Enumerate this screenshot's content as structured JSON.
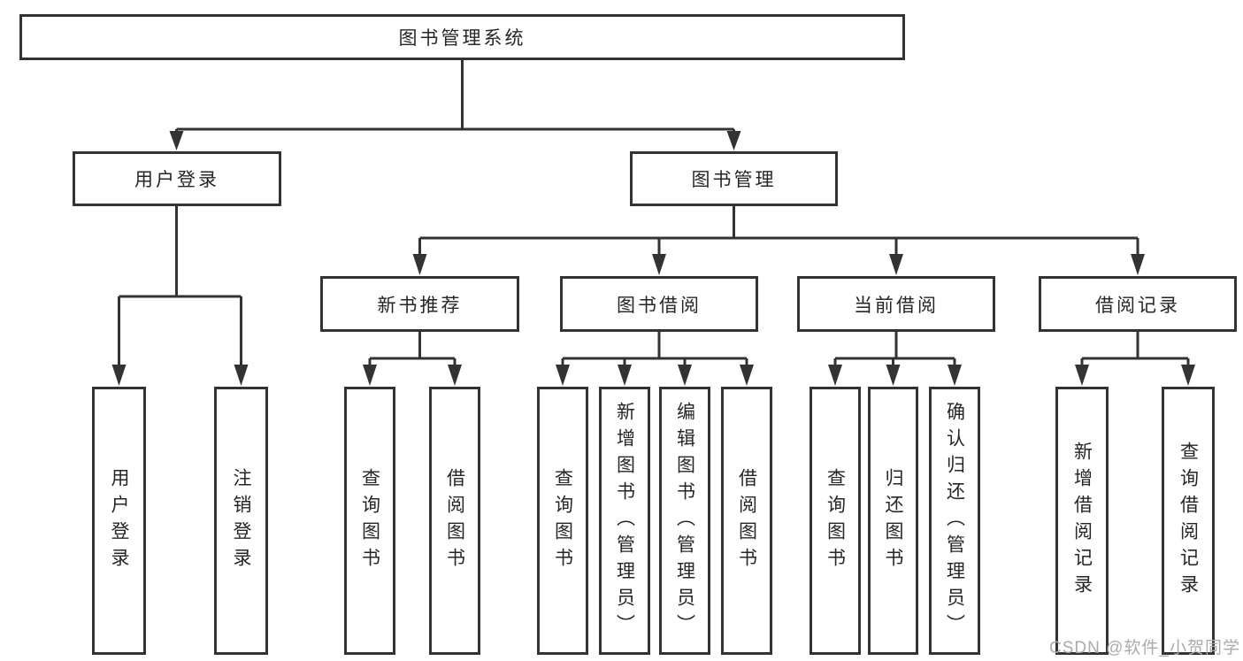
{
  "diagram": {
    "root": {
      "label": "图书管理系统"
    },
    "level2": [
      {
        "label": "用户登录"
      },
      {
        "label": "图书管理"
      }
    ],
    "level3": [
      {
        "parent": "图书管理",
        "label": "新书推荐"
      },
      {
        "parent": "图书管理",
        "label": "图书借阅"
      },
      {
        "parent": "图书管理",
        "label": "当前借阅"
      },
      {
        "parent": "图书管理",
        "label": "借阅记录"
      }
    ],
    "leaves": [
      {
        "parent": "用户登录",
        "label": "用户登录"
      },
      {
        "parent": "用户登录",
        "label": "注销登录"
      },
      {
        "parent": "新书推荐",
        "label": "查询图书"
      },
      {
        "parent": "新书推荐",
        "label": "借阅图书"
      },
      {
        "parent": "图书借阅",
        "label": "查询图书"
      },
      {
        "parent": "图书借阅",
        "label": "新增图书（管理员）"
      },
      {
        "parent": "图书借阅",
        "label": "编辑图书（管理员）"
      },
      {
        "parent": "图书借阅",
        "label": "借阅图书"
      },
      {
        "parent": "当前借阅",
        "label": "查询图书"
      },
      {
        "parent": "当前借阅",
        "label": "归还图书"
      },
      {
        "parent": "当前借阅",
        "label": "确认归还（管理员）"
      },
      {
        "parent": "借阅记录",
        "label": "新增借阅记录"
      },
      {
        "parent": "借阅记录",
        "label": "查询借阅记录"
      }
    ],
    "colors": {
      "line": "#333333",
      "text": "#262626",
      "box_background": "#ffffff",
      "page_background": "#ffffff"
    }
  },
  "watermark": {
    "text": "CSDN @软件_小贺同学",
    "color": "#ababab"
  }
}
